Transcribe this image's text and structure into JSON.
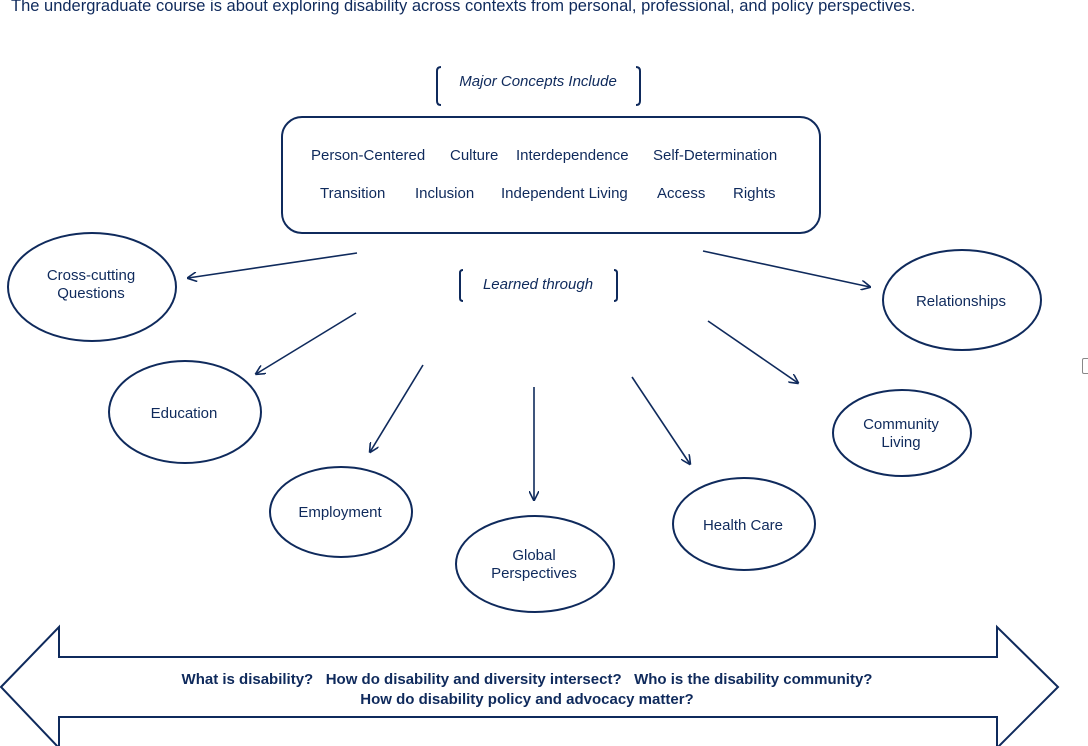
{
  "intro": "The undergraduate course is about exploring disability across contexts from personal, professional, and policy perspectives.",
  "concepts_label": "Major Concepts Include",
  "concepts_row1": [
    "Person-Centered",
    "Culture",
    "Interdependence",
    "Self-Determination"
  ],
  "concepts_row2": [
    "Transition",
    "Inclusion",
    "Independent Living",
    "Access",
    "Rights"
  ],
  "learned_label": "Learned through",
  "nodes": {
    "cross_cutting": [
      "Cross-cutting",
      "Questions"
    ],
    "relationships": "Relationships",
    "education": "Education",
    "community_living": [
      "Community",
      "Living"
    ],
    "employment": "Employment",
    "health_care": "Health Care",
    "global_perspectives": [
      "Global",
      "Perspectives"
    ]
  },
  "questions": {
    "line1": "What is disability?   How do disability and diversity intersect?   Who is the disability community?",
    "line2": "How do disability policy and advocacy matter?"
  },
  "colors": {
    "ink": "#0f2a5c"
  }
}
